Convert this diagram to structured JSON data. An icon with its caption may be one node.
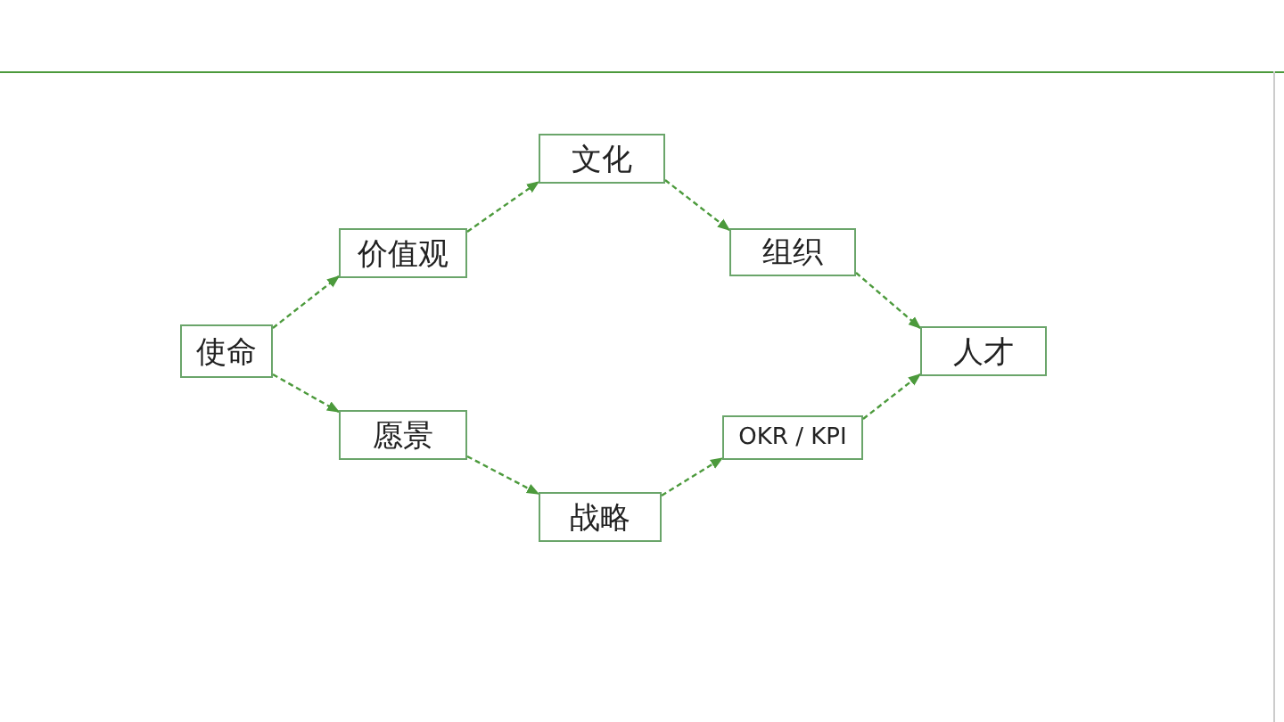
{
  "diagram": {
    "nodes": [
      {
        "text": [
          "使命"
        ]
      },
      {
        "text": [
          "价值观"
        ]
      },
      {
        "text": [
          "愿景"
        ]
      },
      {
        "text": [
          "文化"
        ]
      },
      {
        "text": [
          "战略"
        ]
      },
      {
        "text": [
          "组织"
        ]
      },
      {
        "text": [
          "OKR / KPI"
        ]
      },
      {
        "text": [
          "人才"
        ]
      }
    ],
    "edges": [
      {
        "from": 0,
        "to": 1,
        "arrow": "to"
      },
      {
        "from": 0,
        "to": 2,
        "arrow": "to"
      },
      {
        "from": 1,
        "to": 3,
        "arrow": "to"
      },
      {
        "from": 2,
        "to": 4,
        "arrow": "to"
      },
      {
        "from": 3,
        "to": 5,
        "arrow": "to"
      },
      {
        "from": 4,
        "to": 6,
        "arrow": "to"
      },
      {
        "from": 5,
        "to": 7,
        "arrow": "to"
      },
      {
        "from": 6,
        "to": 7,
        "arrow": "to"
      }
    ]
  }
}
